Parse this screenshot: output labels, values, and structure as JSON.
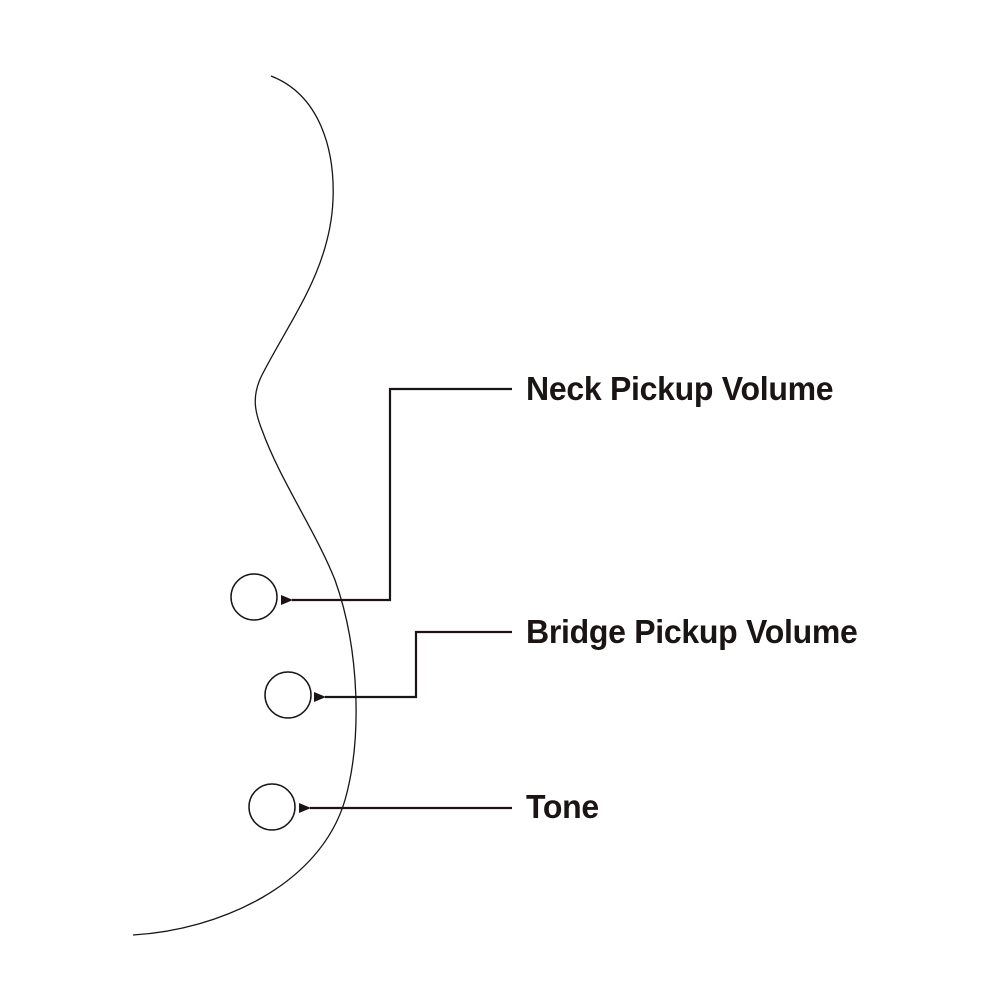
{
  "labels": {
    "neck": "Neck Pickup Volume",
    "bridge": "Bridge Pickup Volume",
    "tone": "Tone"
  },
  "colors": {
    "ink": "#1a1414",
    "background": "#ffffff"
  }
}
